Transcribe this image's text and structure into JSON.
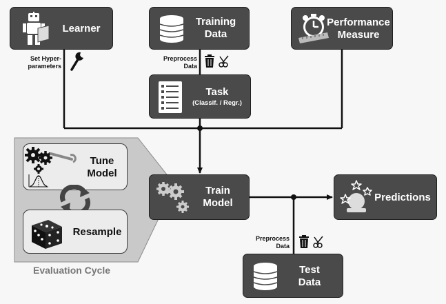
{
  "nodes": {
    "learner": {
      "title": "Learner"
    },
    "training_data": {
      "title": "Training",
      "title2": "Data"
    },
    "performance": {
      "title": "Performance",
      "title2": "Measure"
    },
    "task": {
      "title": "Task",
      "subtitle": "(Classif. / Regr.)"
    },
    "train_model": {
      "title": "Train",
      "title2": "Model"
    },
    "predictions": {
      "title": "Predictions"
    },
    "test_data": {
      "title": "Test",
      "title2": "Data"
    },
    "tune_model": {
      "title": "Tune",
      "title2": "Model"
    },
    "resample": {
      "title": "Resample"
    }
  },
  "annotations": {
    "set_hyper_1": "Set Hyper-",
    "set_hyper_2": "parameters",
    "preprocess_1": "Preprocess",
    "preprocess_2": "Data",
    "preprocess_test_1": "Preprocess",
    "preprocess_test_2": "Data"
  },
  "evaluation_cycle": {
    "label": "Evaluation Cycle"
  },
  "icons": {
    "learner": "robot-icon",
    "training_data": "database-icon",
    "performance": "stopwatch-ruler-icon",
    "task": "checklist-icon",
    "train_model": "gears-icon",
    "predictions": "crystal-ball-icon",
    "test_data": "database-icon",
    "tune_model": "gear-wrench-icon",
    "resample": "dice-icon",
    "cycle": "cycle-arrows-icon",
    "hyper": "wrench-icon",
    "preprocess": "trash-scissors-icon"
  },
  "colors": {
    "box_fill": "#4a4a4a",
    "light_box_fill": "#ececec",
    "eval_panel": "#c8c8c8",
    "connector": "#111111",
    "caption": "#777777"
  }
}
